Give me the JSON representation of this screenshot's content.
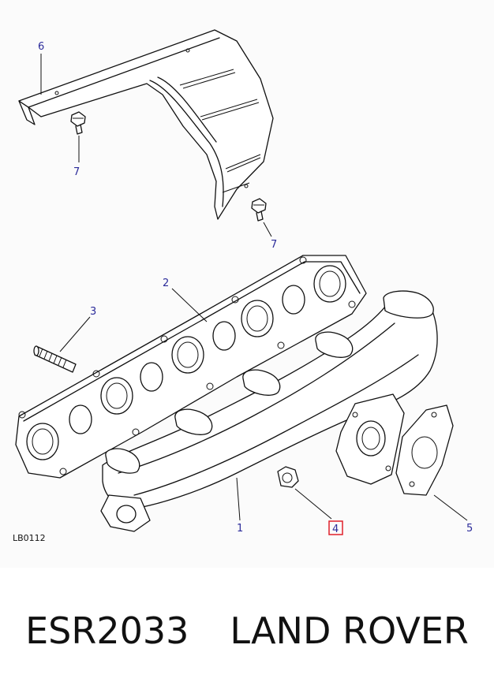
{
  "diagram": {
    "reference_code": "LB0112",
    "callouts": [
      "6",
      "7",
      "7",
      "2",
      "3",
      "1",
      "4",
      "5"
    ],
    "highlight_color": "#e0202a",
    "callout_color": "#2b2b9a"
  },
  "footer": {
    "part_number": "ESR2033",
    "brand": "LAND ROVER"
  }
}
